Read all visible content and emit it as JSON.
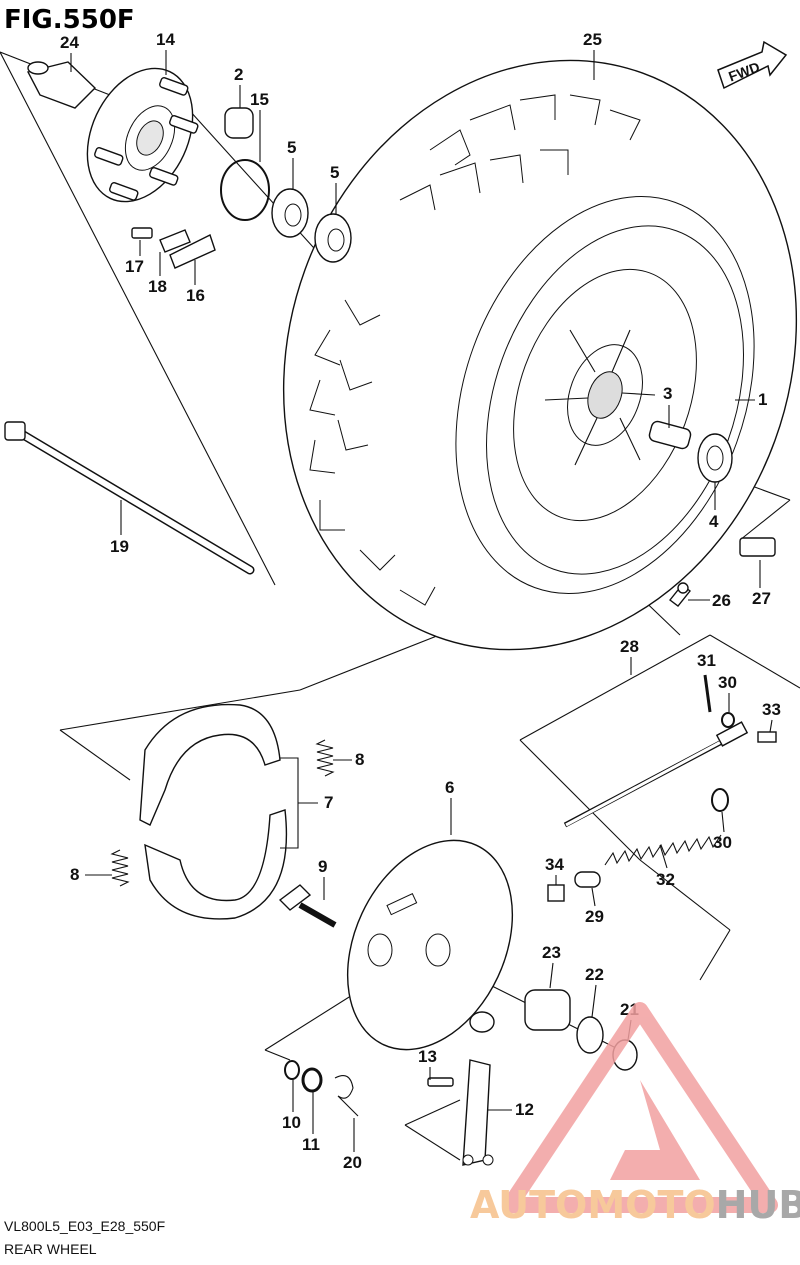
{
  "figure": {
    "title": "FIG.550F",
    "badge": "FWD",
    "code": "VL800L5_E03_E28_550F",
    "name": "REAR WHEEL"
  },
  "callouts": {
    "c1": "1",
    "c2": "2",
    "c3": "3",
    "c4": "4",
    "c5a": "5",
    "c5b": "5",
    "c6": "6",
    "c7": "7",
    "c8a": "8",
    "c8b": "8",
    "c9": "9",
    "c10": "10",
    "c11": "11",
    "c12": "12",
    "c13": "13",
    "c14": "14",
    "c15": "15",
    "c16": "16",
    "c17": "17",
    "c18": "18",
    "c19": "19",
    "c20": "20",
    "c21": "21",
    "c22": "22",
    "c23": "23",
    "c24": "24",
    "c25": "25",
    "c26": "26",
    "c27": "27",
    "c28": "28",
    "c29": "29",
    "c30a": "30",
    "c30b": "30",
    "c31": "31",
    "c32": "32",
    "c33": "33",
    "c34": "34"
  },
  "watermark": {
    "brand_part1": "AUTOMOTO",
    "brand_part2": "HUB",
    "color_primary": "#f4a6a6",
    "color_secondary": "#f6c08a",
    "color_dark": "#9a9a9a"
  }
}
